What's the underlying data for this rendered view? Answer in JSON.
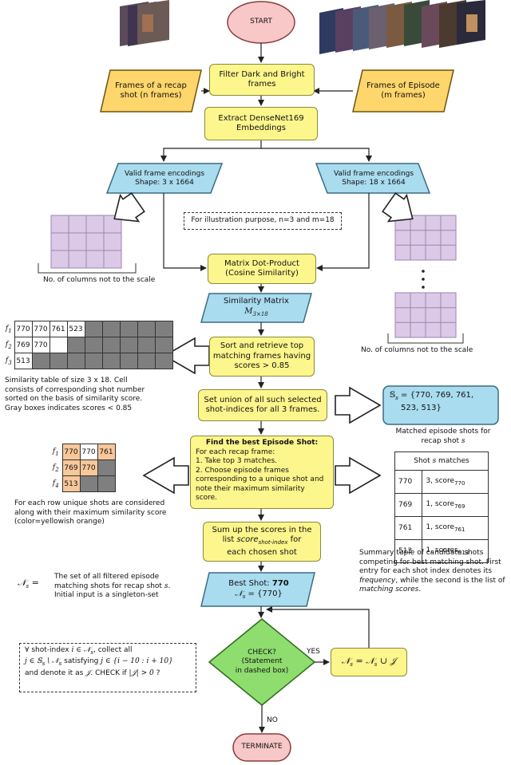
{
  "nodes": {
    "start": "START",
    "filter": [
      "Filter Dark and Bright",
      "frames"
    ],
    "recap_frames": [
      "Frames of a recap",
      "shot (n frames)"
    ],
    "episode_frames": [
      "Frames of Episode",
      "(m frames)"
    ],
    "extract": [
      "Extract DenseNet169",
      "Embeddings"
    ],
    "valid_left": [
      "Valid frame encodings",
      "Shape: 3 x 1664"
    ],
    "valid_right": [
      "Valid frame encodings",
      "Shape: 18 x 1664"
    ],
    "illustration": "For illustration purpose, n=3 and m=18",
    "dot_product": [
      "Matrix Dot-Product",
      "(Cosine Similarity)"
    ],
    "sim_matrix": "Similarity Matrix",
    "sim_matrix_sub": "M",
    "sim_matrix_sub2": "3×18",
    "sort": [
      "Sort and retrieve top",
      "matching frames having",
      "scores > 0.85"
    ],
    "set_union": [
      "Set union of all such selected",
      "shot-indices for all 3 frames."
    ],
    "find_best_title": "Find the best Episode Shot:",
    "find_best": [
      "For each recap frame:",
      "1. Take top 3 matches.",
      "2. Choose episode frames",
      "corresponding to a unique shot and",
      "note their maximum similarity score."
    ],
    "sum_scores": [
      "Sum up the scores  in the",
      "list",
      "score",
      "shot-index",
      "for",
      "each chosen shot"
    ],
    "best_shot_label": "Best Shot: ",
    "best_shot_value": "770",
    "best_shot_set": "= {770}",
    "check": [
      "CHECK?",
      "(Statement",
      "in dashed box)"
    ],
    "update": "= ∪",
    "terminate": "TERMINATE",
    "yes": "YES",
    "no": "NO"
  },
  "annotations": {
    "no_scale_left": "No. of columns not to the scale",
    "no_scale_right": "No. of columns not to the scale",
    "sim_table_caption": [
      "Similarity table of size 3 x 18. Cell",
      "consists of corresponding shot number",
      "sorted on the basis of similarity score.",
      "Gray boxes indicates scores < 0.85"
    ],
    "matched_set": [
      "= {770, 769, 761,",
      "523, 513}"
    ],
    "matched_caption": [
      "Matched episode shots for",
      "recap shot"
    ],
    "unique_caption": [
      "For each row unique shots are considered",
      "along with their maximum similarity score",
      "(color=yellowish orange)"
    ],
    "summary_caption": [
      "Summary tuple of candidate shots",
      "competing for best matching shot. First",
      "entry for each shot index denotes its",
      "frequency",
      ", while the second is the list of",
      "matching scores",
      "."
    ],
    "filtered_set": [
      "The set of all filtered episode",
      "matching shots for recap shot",
      ".",
      "Initial input is a singleton-set"
    ],
    "condition": [
      "shot-index",
      ", collect all",
      "satisfying",
      "and denote it as",
      ". CHECK if",
      "?"
    ]
  },
  "sim_table": {
    "rows": [
      {
        "label": "f",
        "sub": "1",
        "cells": [
          "770",
          "770",
          "761",
          "523",
          "",
          "",
          "",
          "",
          ""
        ],
        "gray": [
          false,
          false,
          false,
          false,
          true,
          true,
          true,
          true,
          true
        ]
      },
      {
        "label": "f",
        "sub": "2",
        "cells": [
          "769",
          "770",
          "",
          "",
          "",
          "",
          "",
          "",
          ""
        ],
        "gray": [
          false,
          false,
          false,
          true,
          true,
          true,
          true,
          true,
          true
        ]
      },
      {
        "label": "f",
        "sub": "3",
        "cells": [
          "513",
          "",
          "",
          "",
          "",
          "",
          "",
          "",
          ""
        ],
        "gray": [
          false,
          true,
          true,
          true,
          true,
          true,
          true,
          true,
          true
        ]
      }
    ]
  },
  "unique_table": {
    "rows": [
      {
        "label": "f",
        "sub": "1",
        "cells": [
          "770",
          "770",
          "761"
        ],
        "style": [
          "org",
          "white",
          "org"
        ]
      },
      {
        "label": "f",
        "sub": "2",
        "cells": [
          "769",
          "770",
          ""
        ],
        "style": [
          "org",
          "org",
          "gray"
        ]
      },
      {
        "label": "f",
        "sub": "4",
        "cells": [
          "513",
          "",
          ""
        ],
        "style": [
          "org",
          "gray",
          "gray"
        ]
      }
    ]
  },
  "summary_table": {
    "header_pre": "Shot ",
    "header_post": " matches",
    "rows": [
      {
        "shot": "770",
        "entry": "3, score",
        "sub": "770"
      },
      {
        "shot": "769",
        "entry": "1, score",
        "sub": "769"
      },
      {
        "shot": "761",
        "entry": "1, score",
        "sub": "761"
      },
      {
        "shot": "513",
        "entry": "1, scores",
        "sub": "513"
      }
    ]
  },
  "colors": {
    "start_fill": "#f8c7c7",
    "process_fill": "#fdf68c",
    "data_fill": "#a9dcef",
    "input_fill": "#ffd66b",
    "decision_fill": "#8fdc6f",
    "matrix_fill": "#dcc9e8",
    "highlight": "#f8c79a",
    "gray_cell": "#7f7f7f"
  }
}
